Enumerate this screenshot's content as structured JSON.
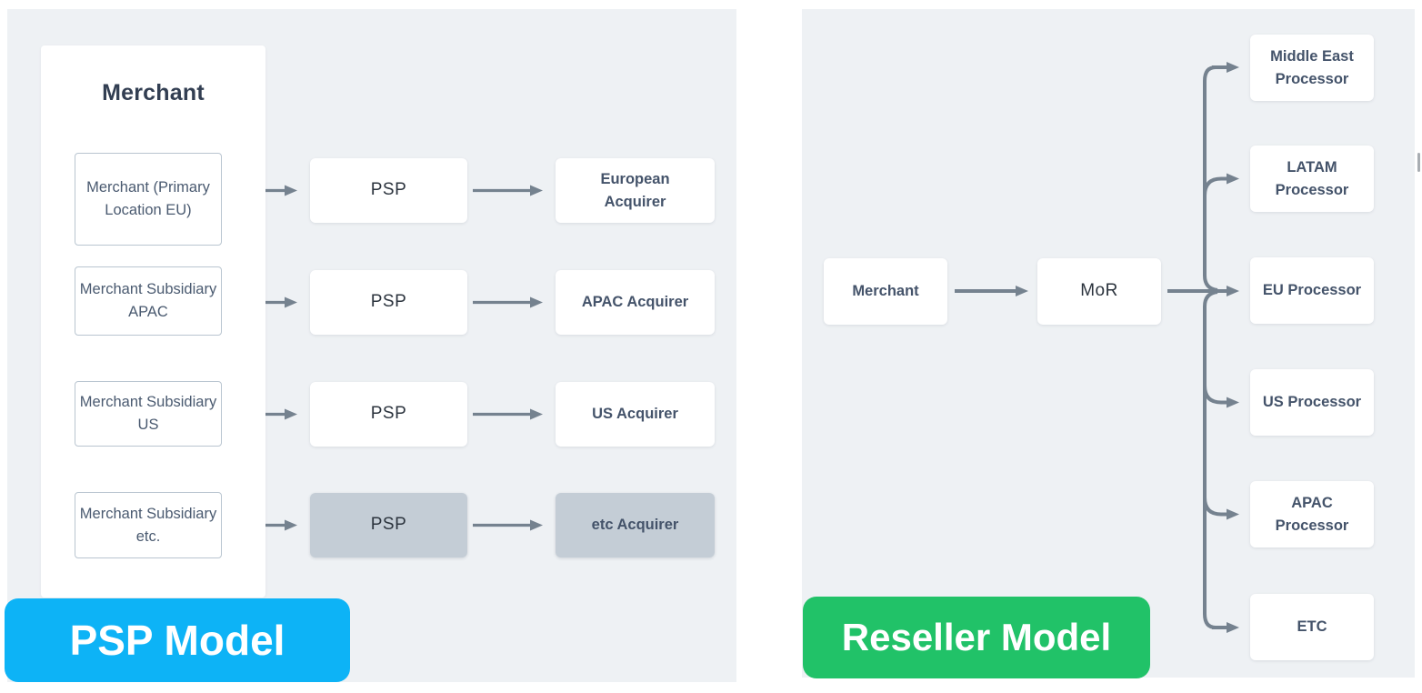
{
  "colors": {
    "panel_bg": "#eef1f4",
    "arrow": "#75828f",
    "highlight_box": "#c4cdd6",
    "psp_badge_bg": "#0db3f6",
    "reseller_badge_bg": "#21c268"
  },
  "psp_model": {
    "badge": "PSP Model",
    "group_title": "Merchant",
    "rows": [
      {
        "source": "Merchant\n(Primary\nLocation EU)",
        "middle": "PSP",
        "target": "European\nAcquirer",
        "highlighted": false
      },
      {
        "source": "Merchant\nSubsidiary APAC",
        "middle": "PSP",
        "target": "APAC Acquirer",
        "highlighted": false
      },
      {
        "source": "Merchant\nSubsidiary US",
        "middle": "PSP",
        "target": "US Acquirer",
        "highlighted": false
      },
      {
        "source": "Merchant\nSubsidiary etc.",
        "middle": "PSP",
        "target": "etc Acquirer",
        "highlighted": true
      }
    ]
  },
  "reseller_model": {
    "badge": "Reseller Model",
    "source": "Merchant",
    "middle": "MoR",
    "targets": [
      "Middle East\nProcessor",
      "LATAM\nProcessor",
      "EU Processor",
      "US Processor",
      "APAC\nProcessor",
      "ETC"
    ]
  }
}
